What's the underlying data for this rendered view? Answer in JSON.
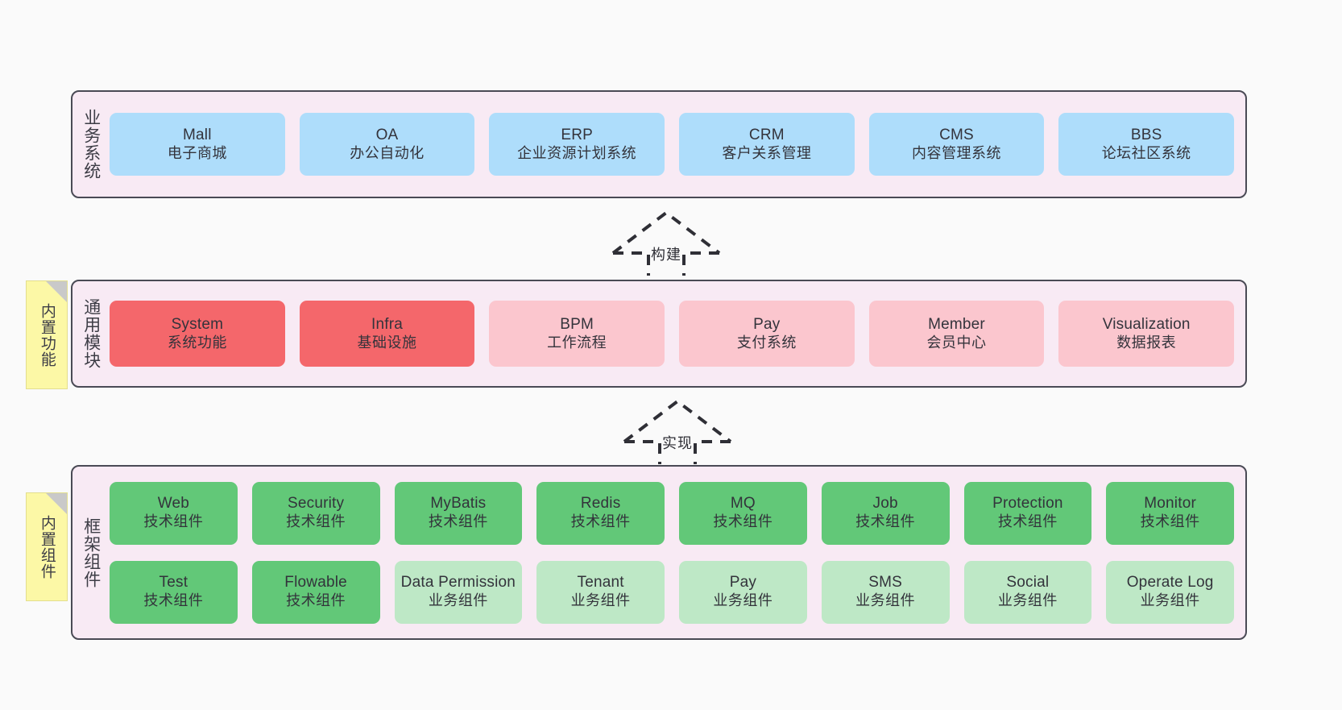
{
  "layers": [
    {
      "id": "business",
      "title": "业务系统",
      "note": null,
      "rows": [
        {
          "style": "c-blue",
          "height": "h-business",
          "cards": [
            {
              "en": "Mall",
              "cn": "电子商城"
            },
            {
              "en": "OA",
              "cn": "办公自动化"
            },
            {
              "en": "ERP",
              "cn": "企业资源计划系统"
            },
            {
              "en": "CRM",
              "cn": "客户关系管理"
            },
            {
              "en": "CMS",
              "cn": "内容管理系统"
            },
            {
              "en": "BBS",
              "cn": "论坛社区系统"
            }
          ]
        }
      ]
    },
    {
      "id": "module",
      "title": "通用模块",
      "note": "内置功能",
      "rows": [
        {
          "height": "h-module",
          "cards": [
            {
              "en": "System",
              "cn": "系统功能",
              "style": "c-red"
            },
            {
              "en": "Infra",
              "cn": "基础设施",
              "style": "c-red"
            },
            {
              "en": "BPM",
              "cn": "工作流程",
              "style": "c-pink"
            },
            {
              "en": "Pay",
              "cn": "支付系统",
              "style": "c-pink"
            },
            {
              "en": "Member",
              "cn": "会员中心",
              "style": "c-pink"
            },
            {
              "en": "Visualization",
              "cn": "数据报表",
              "style": "c-pink"
            }
          ]
        }
      ]
    },
    {
      "id": "framework",
      "title": "框架组件",
      "note": "内置组件",
      "rows": [
        {
          "height": "h-framework",
          "cards": [
            {
              "en": "Web",
              "cn": "技术组件",
              "style": "c-green"
            },
            {
              "en": "Security",
              "cn": "技术组件",
              "style": "c-green"
            },
            {
              "en": "MyBatis",
              "cn": "技术组件",
              "style": "c-green"
            },
            {
              "en": "Redis",
              "cn": "技术组件",
              "style": "c-green"
            },
            {
              "en": "MQ",
              "cn": "技术组件",
              "style": "c-green"
            },
            {
              "en": "Job",
              "cn": "技术组件",
              "style": "c-green"
            },
            {
              "en": "Protection",
              "cn": "技术组件",
              "style": "c-green"
            },
            {
              "en": "Monitor",
              "cn": "技术组件",
              "style": "c-green"
            }
          ]
        },
        {
          "height": "h-framework",
          "cards": [
            {
              "en": "Test",
              "cn": "技术组件",
              "style": "c-green"
            },
            {
              "en": "Flowable",
              "cn": "技术组件",
              "style": "c-green"
            },
            {
              "en": "Data Permission",
              "cn": "业务组件",
              "style": "c-green-light"
            },
            {
              "en": "Tenant",
              "cn": "业务组件",
              "style": "c-green-light"
            },
            {
              "en": "Pay",
              "cn": "业务组件",
              "style": "c-green-light"
            },
            {
              "en": "SMS",
              "cn": "业务组件",
              "style": "c-green-light"
            },
            {
              "en": "Social",
              "cn": "业务组件",
              "style": "c-green-light"
            },
            {
              "en": "Operate Log",
              "cn": "业务组件",
              "style": "c-green-light"
            }
          ]
        }
      ]
    }
  ],
  "connectors": [
    {
      "id": "build",
      "label": "构建"
    },
    {
      "id": "implement",
      "label": "实现"
    }
  ],
  "colors": {
    "panel_background": "#F8EAF4",
    "panel_border": "#4A4A55",
    "business_card": "#AEDDFB",
    "module_primary": "#F4676B",
    "module_secondary": "#FBC6CE",
    "framework_tech": "#62C878",
    "framework_business": "#BEE8C6",
    "note_background": "#FCF8A6",
    "canvas_background": "#FAFAFA"
  }
}
